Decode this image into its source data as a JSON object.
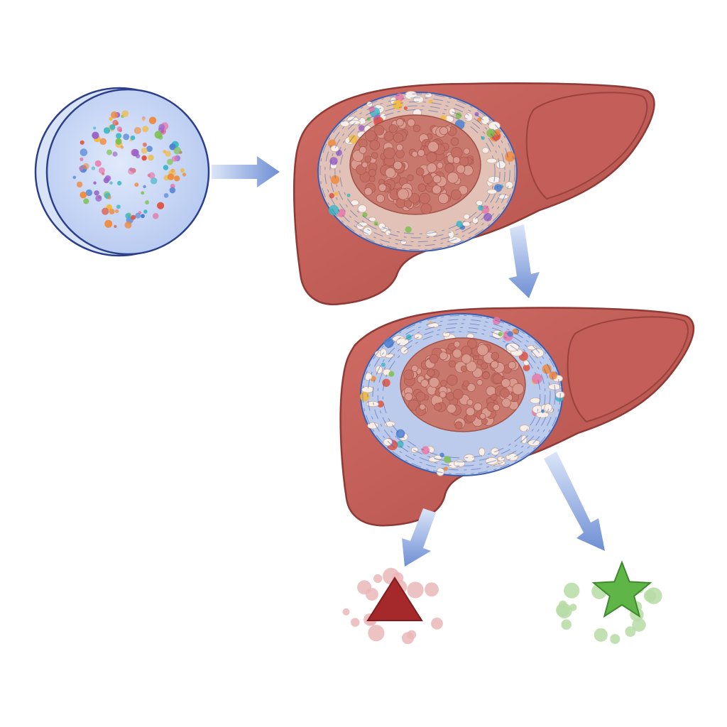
{
  "colors": {
    "background": "#ffffff",
    "dish_fill": "#c9d8f5",
    "dish_rim": "#2c3f8a",
    "arrow": "#7b9ad8",
    "liver": "#c2605a",
    "liver_dark": "#8e3a36",
    "liver_lobe_shadow": "#b24e49",
    "core_tissue": "#c9786d",
    "core_cell": "#d99a8f",
    "ring_tissue_first": "#e2c2b6",
    "ring_tissue_second": "#bccbeb",
    "vessel": "#3d5fb0",
    "triangle": "#a5282b",
    "triangle_dots": "#eab7b8",
    "star": "#5fb646",
    "star_dots": "#b7dca6",
    "cell_palette": [
      "#e0523f",
      "#f2b93b",
      "#7cc04f",
      "#4a7fd1",
      "#9a63c9",
      "#f08a3d",
      "#e779a8",
      "#3fb7c4"
    ]
  },
  "icons": [
    "culture-dish-icon",
    "liver-first-icon",
    "liver-second-icon",
    "triangle-marker-icon",
    "star-marker-icon",
    "arrow-icon"
  ],
  "flow": [
    {
      "from": "culture-dish",
      "to": "liver-first"
    },
    {
      "from": "liver-first",
      "to": "liver-second"
    },
    {
      "from": "liver-second",
      "to": "triangle-marker"
    },
    {
      "from": "liver-second",
      "to": "star-marker"
    }
  ]
}
